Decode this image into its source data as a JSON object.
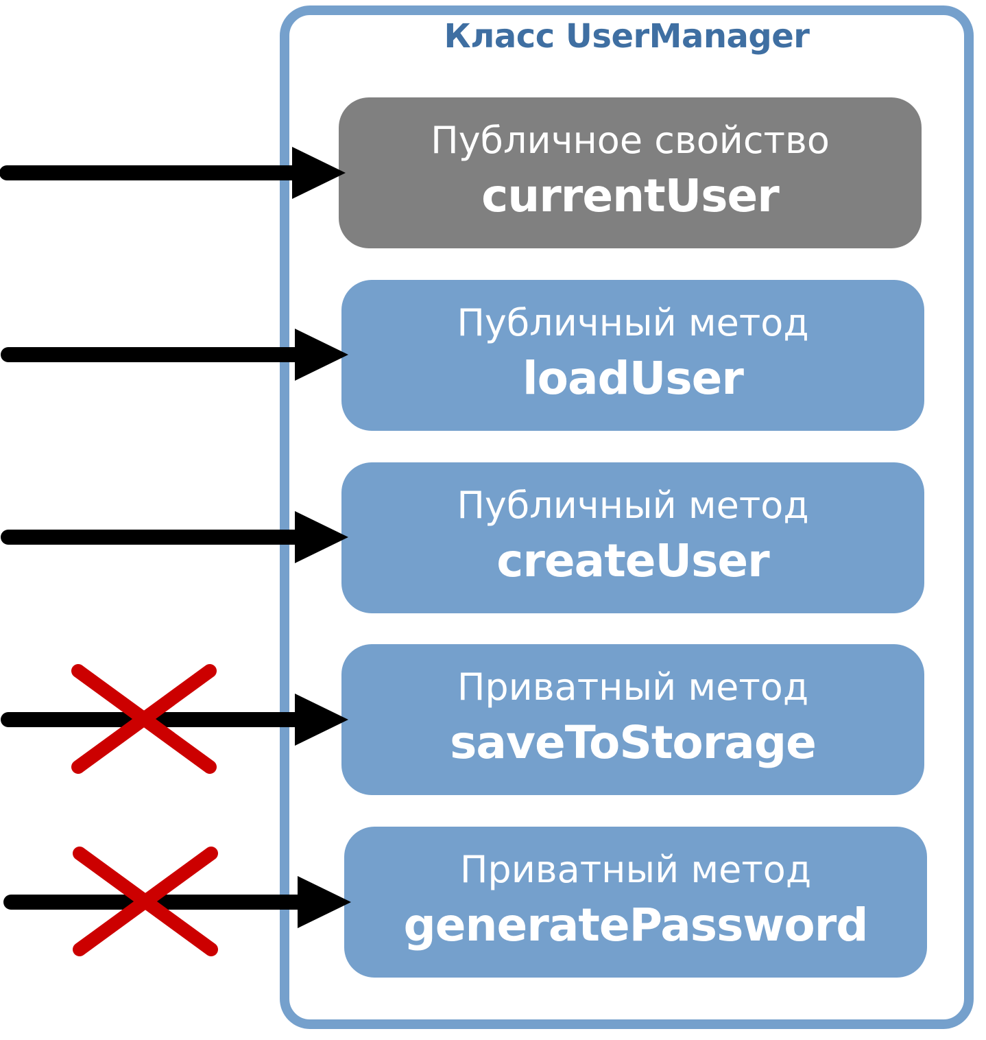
{
  "class": {
    "title": "Класс UserManager"
  },
  "members": [
    {
      "kind": "Публичное свойство",
      "name": "currentUser",
      "access": "public",
      "color": "#808080"
    },
    {
      "kind": "Публичный метод",
      "name": "loadUser",
      "access": "public",
      "color": "#75a0cc"
    },
    {
      "kind": "Публичный метод",
      "name": "createUser",
      "access": "public",
      "color": "#75a0cc"
    },
    {
      "kind": "Приватный метод",
      "name": "saveToStorage",
      "access": "private",
      "color": "#75a0cc"
    },
    {
      "kind": "Приватный метод",
      "name": "generatePassword",
      "access": "private",
      "color": "#75a0cc"
    }
  ],
  "colors": {
    "frame": "#75a0cc",
    "title": "#3f6fa2",
    "arrow": "#000000",
    "blocked_cross": "#cc0000"
  }
}
